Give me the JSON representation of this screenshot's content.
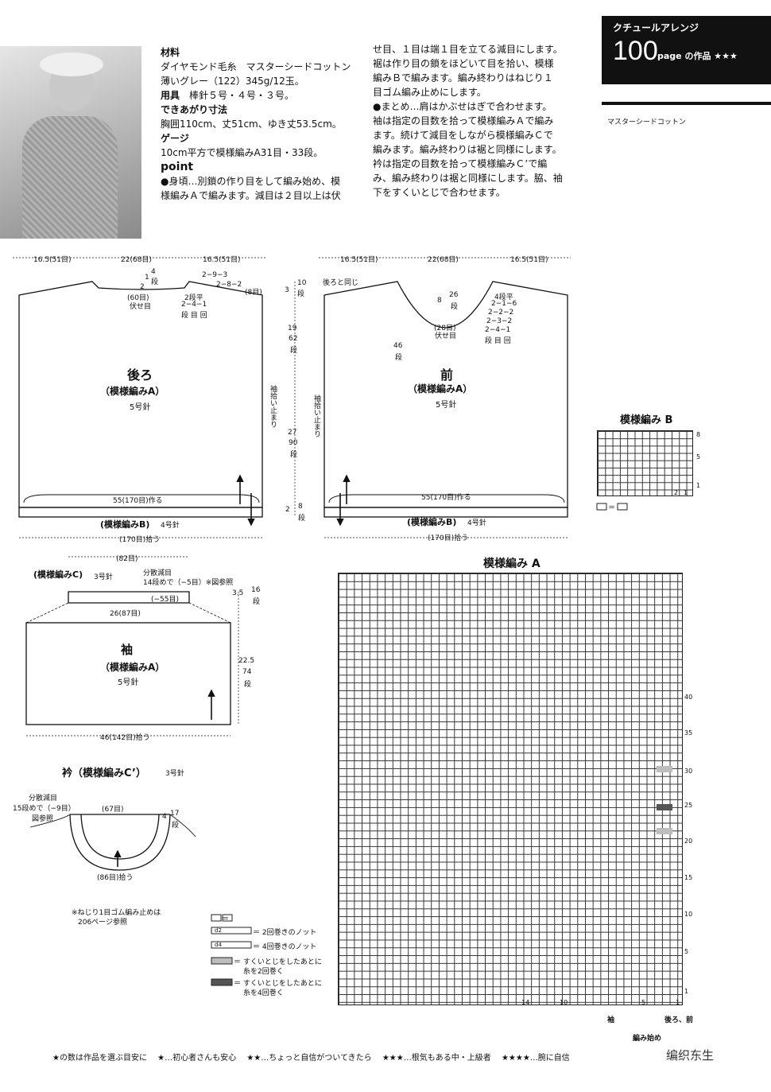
{
  "header": {
    "category": "クチュールアレンジ",
    "page_number": "100",
    "page_suffix": "page の作品 ★★★",
    "subtitle": "マスターシードコットン"
  },
  "spec": {
    "materials_label": "材料",
    "materials_1": "ダイヤモンド毛糸　マスターシードコットン",
    "materials_2": "薄いグレー（122）345g/12玉。",
    "tools_label": "用具",
    "tools": "棒針５号・４号・３号。",
    "size_label": "できあがり寸法",
    "size": "胸囲110cm、丈51cm、ゆき丈53.5cm。",
    "gauge_label": "ゲージ",
    "gauge": "10cm平方で模様編みA31目・33段。",
    "point_label": "point",
    "point_1": "●身頃…別鎖の作り目をして編み始め、模",
    "point_2": "様編みＡで編みます。減目は２目以上は伏",
    "col2_1": "せ目、１目は端１目を立てる減目にします。",
    "col2_2": "裾は作り目の鎖をほどいて目を拾い、模様",
    "col2_3": "編みＢで編みます。編み終わりはねじり１",
    "col2_4": "目ゴム編み止めにします。",
    "col2_5": "●まとめ…肩はかぶせはぎで合わせます。",
    "col2_6": "袖は指定の目数を拾って模様編みＡで編み",
    "col2_7": "ます。続けて減目をしながら模様編みＣで",
    "col2_8": "編みます。編み終わりは裾と同様にします。",
    "col2_9": "衿は指定の目数を拾って模様編みＣ’で編",
    "col2_10": "み、編み終わりは裾と同様にします。脇、袖",
    "col2_11": "下をすくいとじで合わせます。"
  },
  "back": {
    "title": "後ろ",
    "pattern": "（模様編みA）",
    "needle": "5号針",
    "top_left": "16.5(51目)",
    "top_mid": "22(68目)",
    "top_right": "16.5(51目)",
    "neck_1": "1",
    "neck_4": "4",
    "neck_dan": "段",
    "neck_2": "2",
    "neck_60": "(60目)",
    "neck_fuse": "伏せ目",
    "shoulder_1": "2−9−3",
    "shoulder_2": "2−8−2",
    "shoulder_3": "(8目)",
    "dec_1": "2段平",
    "dec_2": "2−4−1",
    "dec_3": "段 目 回",
    "cast_on": "55(170目)作る",
    "hem": "(模様編みB)",
    "hem_needle": "4号針",
    "hem_pick": "(170目)拾う",
    "sleeve_mark": "袖拾い止まり"
  },
  "mid_dims": {
    "d1a": "3",
    "d1b": "10",
    "d1c": "段",
    "d2a": "19",
    "d2b": "62",
    "d2c": "段",
    "d3a": "27",
    "d3b": "90",
    "d3c": "段",
    "d4a": "2",
    "d4b": "8",
    "d4c": "段"
  },
  "front": {
    "title": "前",
    "pattern": "（模様編みA）",
    "needle": "5号針",
    "top_left": "16.5(51目)",
    "top_mid": "22(68目)",
    "top_right": "16.5(51目)",
    "same_as_back": "後ろと同じ",
    "neck_depth_a": "8",
    "neck_depth_b": "26",
    "neck_depth_c": "段",
    "neck_28": "(28目)",
    "neck_fuse": "伏せ目",
    "side_46": "46",
    "side_dan": "段",
    "dec_1": "4段平",
    "dec_2": "2−1−6",
    "dec_3": "2−2−2",
    "dec_4": "2−3−2",
    "dec_5": "2−4−1",
    "dec_6": "段 目 回",
    "cast_on": "55(170目)作る",
    "hem": "(模様編みB)",
    "hem_needle": "4号針",
    "hem_pick": "(170目)拾う",
    "sleeve_mark": "袖拾い止まり"
  },
  "sleeve": {
    "title": "袖",
    "pattern": "（模様編みA）",
    "needle": "5号針",
    "top_82": "(82目)",
    "cuff": "(模様編みC)",
    "cuff_needle": "3号針",
    "dist_1": "分散減目",
    "dist_2": "14段めで（−5目）※図参照",
    "minus55": "(−55目)",
    "w26": "26(87目)",
    "h3_5": "3.5",
    "h16": "16",
    "h_dan": "段",
    "h22_5": "22.5",
    "h74": "74",
    "h74_dan": "段",
    "bottom": "46(142目)拾う"
  },
  "collar": {
    "title": "衿（模様編みC’）",
    "needle": "3号針",
    "dist_1": "分散減目",
    "dist_2": "15段めで（−9目）",
    "dist_3": "図参照",
    "top_67": "(67目)",
    "h4": "4",
    "h17": "17",
    "h_dan": "段",
    "pick": "(86目)拾う"
  },
  "note": {
    "line1": "※ねじり1目ゴム編み止めは",
    "line2": "206ページ参照"
  },
  "legend": {
    "eq": "＝",
    "n2": "＝ 2回巻きのノット",
    "n4": "＝ 4回巻きのノット",
    "s2a": "＝ すくいとじをしたあとに",
    "s2b": "糸を2回巻く",
    "s4a": "＝ すくいとじをしたあとに",
    "s4b": "糸を4回巻く",
    "swatch_light": "#bdbdbd",
    "swatch_dark": "#555555",
    "n2_glyph": "d2",
    "n4_glyph": "d4"
  },
  "patternB": {
    "title": "模様編み B",
    "eq": "＝",
    "row_8": "8",
    "row_5": "5",
    "row_1": "1",
    "col_1": "1",
    "col_2": "2"
  },
  "patternA": {
    "title": "模様編み A",
    "rows": [
      "40",
      "35",
      "30",
      "25",
      "20",
      "15",
      "10",
      "5",
      "1"
    ],
    "col_14": "14",
    "col_10": "10",
    "col_5": "5",
    "col_1": "1",
    "sleeve_label": "袖",
    "body_label": "後ろ、前",
    "start_label": "編み始め"
  },
  "footer": {
    "legend_1": "★の数は作品を選ぶ目安に",
    "legend_2": "★…初心者さんも安心",
    "legend_3": "★★…ちょっと自信がついてきたら",
    "legend_4": "★★★…根気もある中・上級者",
    "legend_5": "★★★★…腕に自信",
    "watermark": "编织东生"
  }
}
